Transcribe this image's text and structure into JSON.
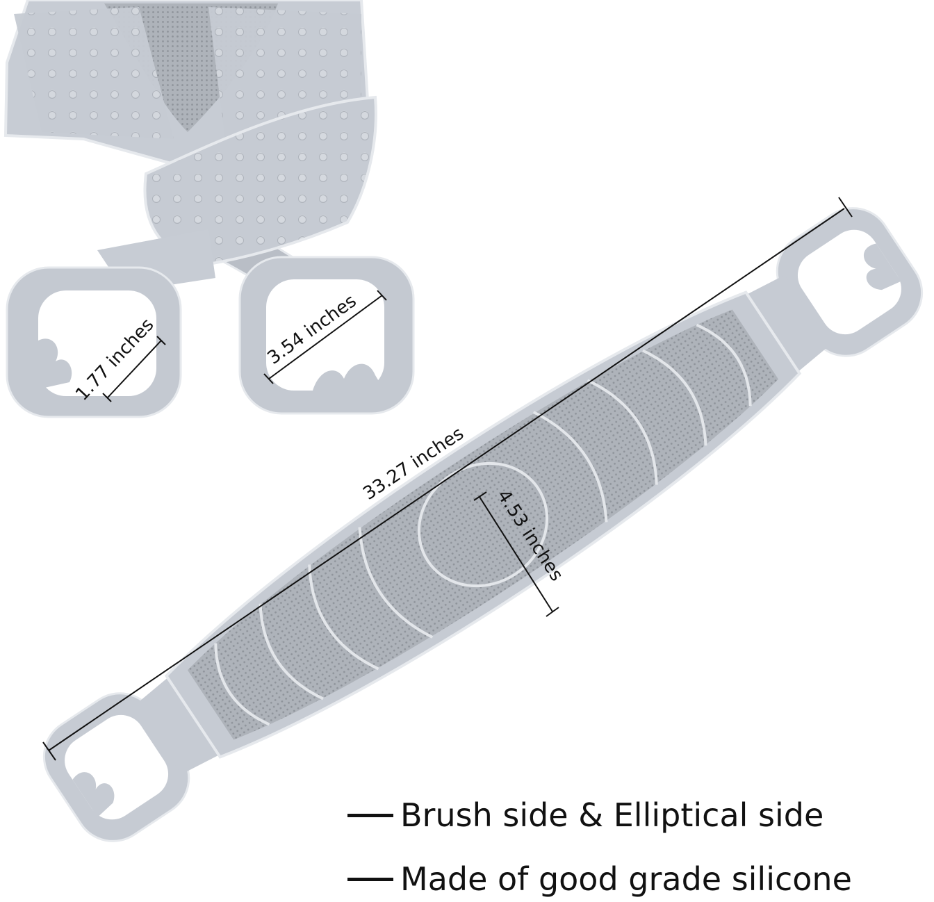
{
  "product": {
    "body_color": "#c7ccd4",
    "inner_color": "#acb1b8",
    "outline_color": "#e6e9ed",
    "icon": "silicone-back-scrubber-icon"
  },
  "dimensions": {
    "strap_length": "33.27 inches",
    "strap_width": "4.53 inches",
    "handle_width": "1.77 inches",
    "handle_length": "3.54 inches"
  },
  "features": [
    {
      "text": "Brush side & Elliptical side"
    },
    {
      "text": "Made of good grade silicone"
    }
  ]
}
